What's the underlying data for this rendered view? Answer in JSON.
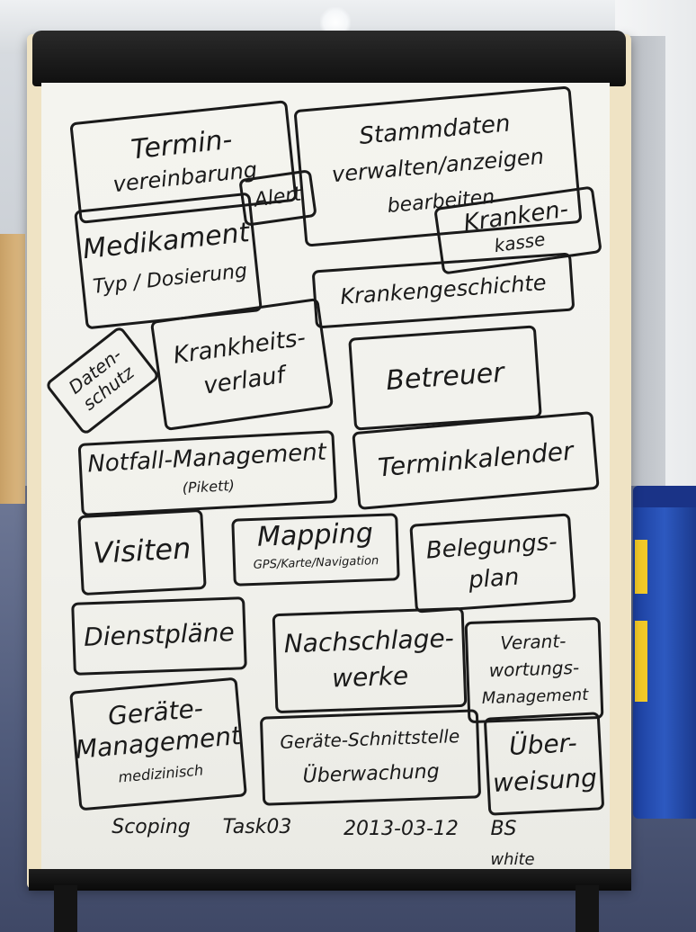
{
  "flipchart": {
    "notes": [
      {
        "lines": [
          "Termin-",
          "vereinbarung"
        ]
      },
      {
        "lines": [
          "Stammdaten",
          "verwalten/anzeigen",
          "bearbeiten"
        ]
      },
      {
        "lines": [
          "Alert"
        ]
      },
      {
        "lines": [
          "Medikament",
          "Typ / Dosierung"
        ]
      },
      {
        "lines": [
          "Kranken-",
          "kasse"
        ]
      },
      {
        "lines": [
          "Krankengeschichte"
        ]
      },
      {
        "lines": [
          "Daten-",
          "schutz"
        ]
      },
      {
        "lines": [
          "Krankheits-",
          "verlauf"
        ]
      },
      {
        "lines": [
          "Betreuer"
        ]
      },
      {
        "lines": [
          "Notfall-Management",
          "(Pikett)"
        ]
      },
      {
        "lines": [
          "Terminkalender"
        ]
      },
      {
        "lines": [
          "Visiten"
        ]
      },
      {
        "lines": [
          "Mapping",
          "GPS/Karte/Navigation"
        ]
      },
      {
        "lines": [
          "Belegungs-",
          "plan"
        ]
      },
      {
        "lines": [
          "Dienstpläne"
        ]
      },
      {
        "lines": [
          "Nachschlage-",
          "werke"
        ]
      },
      {
        "lines": [
          "Verant-",
          "wortungs-",
          "Management"
        ]
      },
      {
        "lines": [
          "Geräte-",
          "Management",
          "medizinisch"
        ]
      },
      {
        "lines": [
          "Geräte-Schnittstelle",
          "Überwachung"
        ]
      },
      {
        "lines": [
          "Über-",
          "weisung"
        ]
      }
    ],
    "footer": {
      "scoping": "Scoping",
      "task": "Task03",
      "date": "2013-03-12",
      "initials": "BS",
      "white": "white"
    }
  }
}
